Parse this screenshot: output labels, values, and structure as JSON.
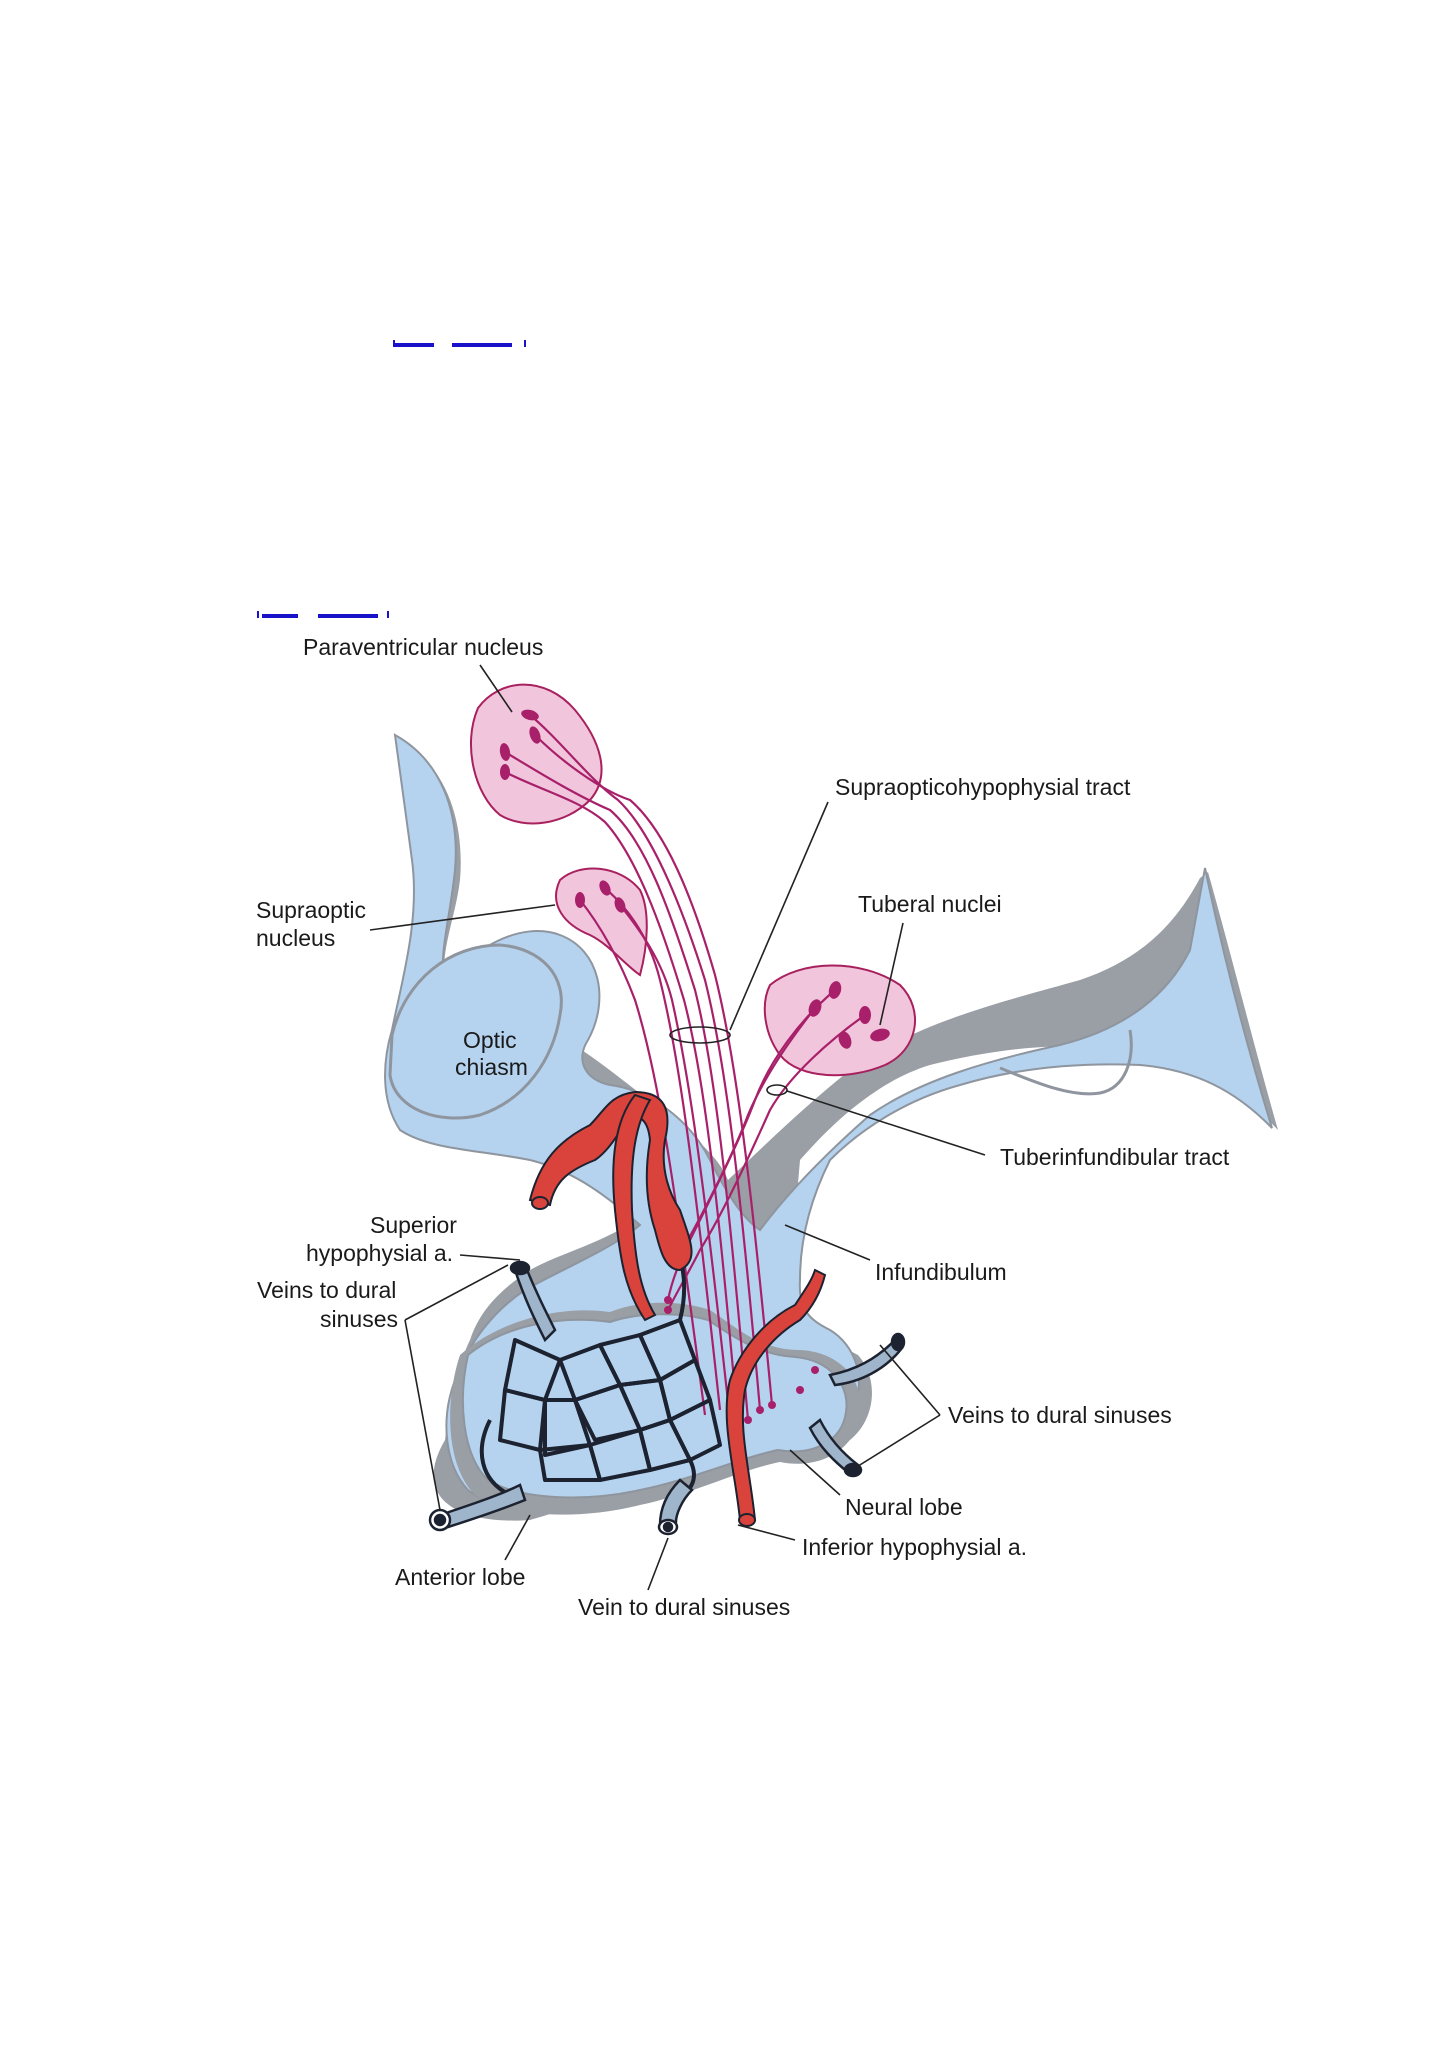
{
  "figure": {
    "labels": {
      "paraventricular_nucleus": "Paraventricular nucleus",
      "supraopticohypophysial_tract": "Supraopticohypophysial tract",
      "supraoptic_nucleus_line1": "Supraoptic",
      "supraoptic_nucleus_line2": "nucleus",
      "tuberal_nuclei": "Tuberal nuclei",
      "optic_chiasm_line1": "Optic",
      "optic_chiasm_line2": "chiasm",
      "tuberinfundibular_tract": "Tuberinfundibular tract",
      "superior_hypophysial_line1": "Superior",
      "superior_hypophysial_line2": "hypophysial a.",
      "veins_left_line1": "Veins to dural",
      "veins_left_line2": "sinuses",
      "infundibulum": "Infundibulum",
      "veins_right": "Veins to dural sinuses",
      "neural_lobe": "Neural lobe",
      "inferior_hypophysial": "Inferior hypophysial a.",
      "anterior_lobe": "Anterior lobe",
      "vein_bottom": "Vein to dural sinuses"
    },
    "colors": {
      "brain_tissue": "#b5d3ef",
      "tissue_shadow": "#9a9ea5",
      "nucleus_fill": "#f1c6dc",
      "nucleus_stroke": "#a8205e",
      "neuron": "#a8206a",
      "artery": "#d9433b",
      "vein": "#9fb5cc",
      "capillary": "#1c2230"
    }
  }
}
